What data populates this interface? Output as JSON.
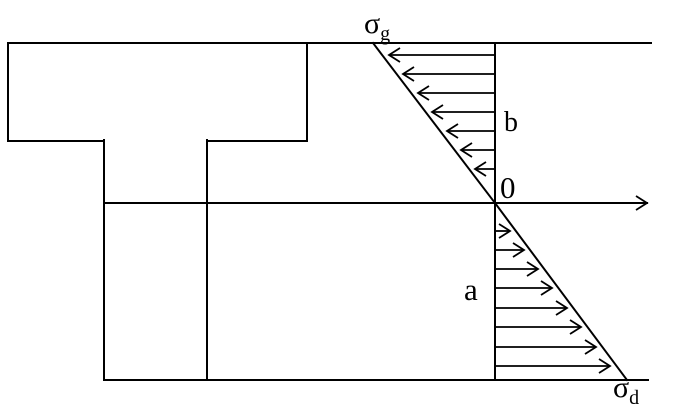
{
  "figure": {
    "description_labels": {
      "sigma": "σ",
      "top_subscript": "g",
      "bottom_subscript": "d",
      "upper_zone": "b",
      "neutral_point": "0",
      "lower_zone": "a"
    },
    "colors": {
      "line": "#000000",
      "background": "#ffffff"
    }
  }
}
